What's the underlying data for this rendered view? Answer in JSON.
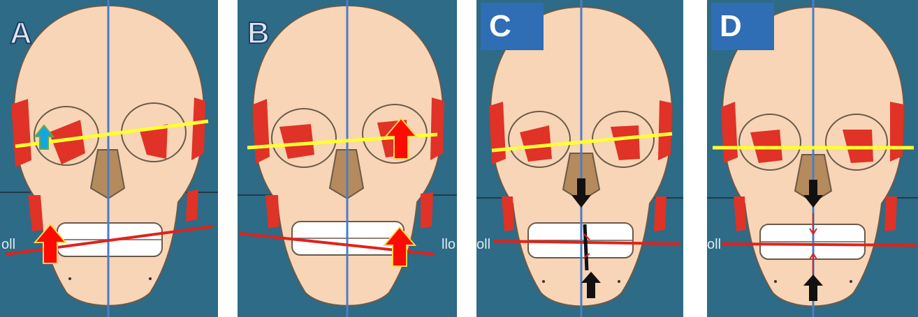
{
  "panels": [
    {
      "label": "A",
      "faint_text": "oll"
    },
    {
      "label": "B",
      "faint_text": "llo"
    },
    {
      "label": "C",
      "faint_text": "oll"
    },
    {
      "label": "D",
      "faint_text": "oll"
    }
  ],
  "colors": {
    "background": "#2d6b86",
    "bone": "#f7d5b6",
    "outline": "#6a5a4a",
    "muscle": "#e03226",
    "nasal": "#b58a5c",
    "midline": "#4a7cc8",
    "orbital_line": "#ffff33",
    "occlusal_line": "#e0221c",
    "arrow_red": "#ff0a00",
    "arrow_cyan": "#12a7e0",
    "arrow_black": "#111111"
  }
}
